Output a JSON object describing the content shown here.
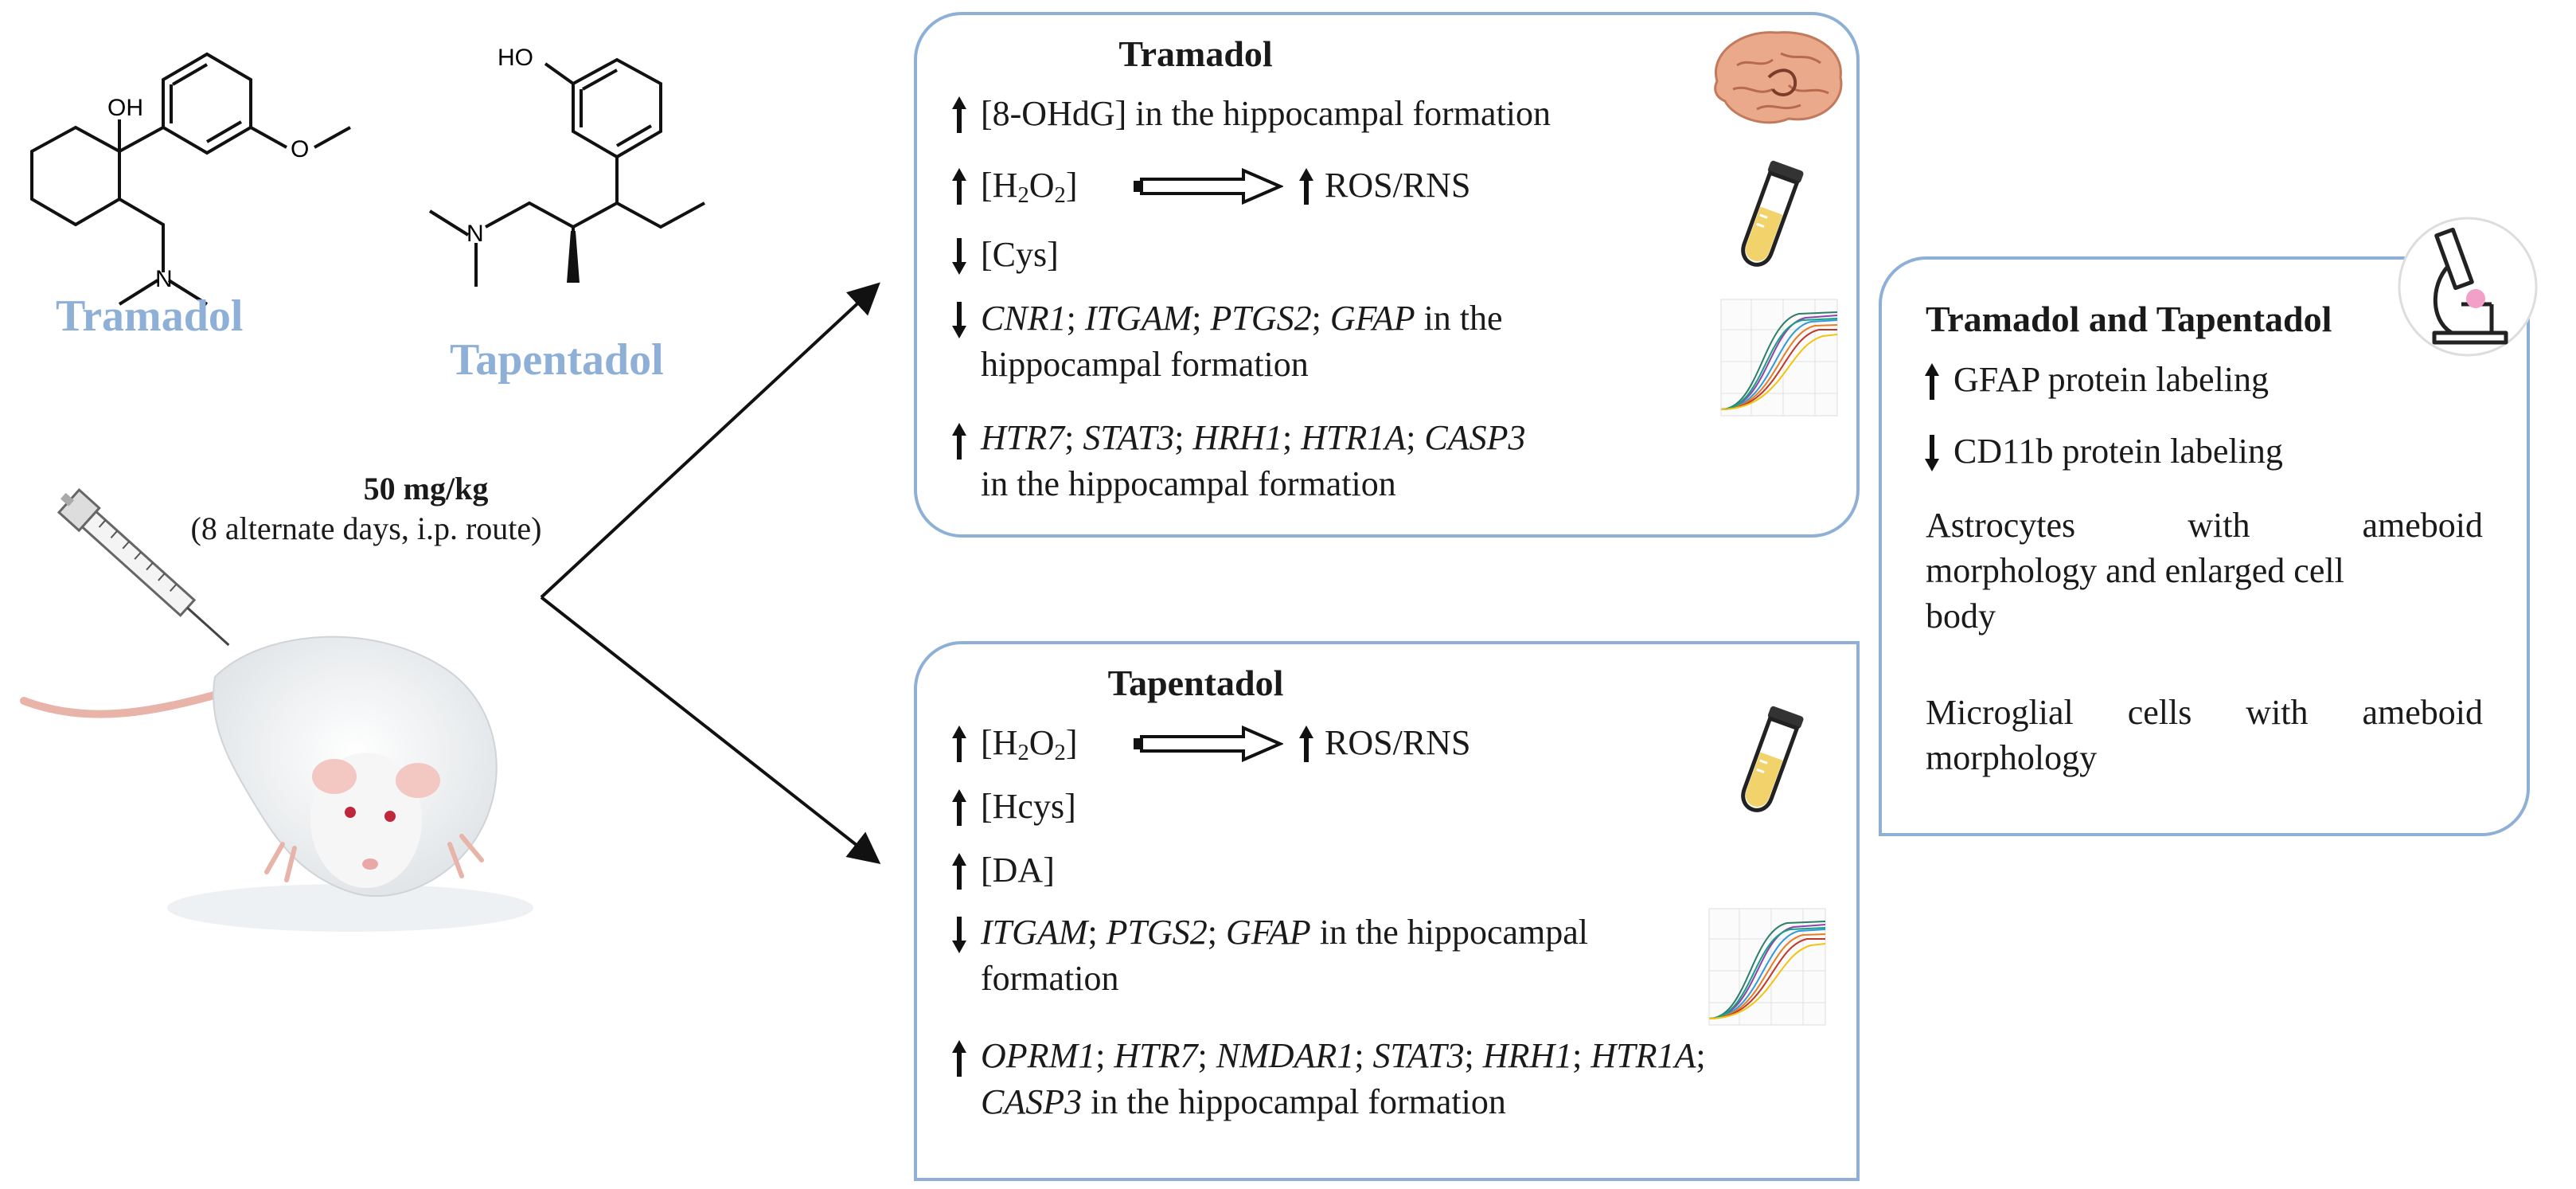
{
  "molecules": {
    "tramadol": {
      "name": "Tramadol",
      "atom_oh": "OH",
      "atom_o": "O",
      "atom_n": "N"
    },
    "tapentadol": {
      "name": "Tapentadol",
      "atom_ho": "HO",
      "atom_n": "N"
    }
  },
  "dose": {
    "amount": "50 mg/kg",
    "regimen": "(8 alternate days, i.p. route)"
  },
  "panels": {
    "tramadol": {
      "title": "Tramadol",
      "rows": [
        {
          "dir": "up",
          "parts": [
            "[8-OHdG] in the hippocampal formation"
          ]
        },
        {
          "dir": "up",
          "h2o2": "[H",
          "h2o2_sub1": "2",
          "h2o2_mid": "O",
          "h2o2_sub2": "2",
          "h2o2_end": "]",
          "result": "ROS/RNS"
        },
        {
          "dir": "down",
          "parts": [
            "[Cys]"
          ]
        },
        {
          "dir": "down",
          "line1_genes": [
            "CNR1",
            "ITGAM",
            "PTGS2",
            "GFAP"
          ],
          "line1_tail": " in the",
          "line2": "hippocampal formation"
        },
        {
          "dir": "up",
          "line1_genes": [
            "HTR7",
            "STAT3",
            "HRH1",
            "HTR1A",
            "CASP3"
          ],
          "line2": "in the hippocampal formation"
        }
      ]
    },
    "tapentadol": {
      "title": "Tapentadol",
      "rows": [
        {
          "dir": "up",
          "h2o2": "[H",
          "h2o2_sub1": "2",
          "h2o2_mid": "O",
          "h2o2_sub2": "2",
          "h2o2_end": "]",
          "result": "ROS/RNS"
        },
        {
          "dir": "up",
          "parts": [
            "[Hcys]"
          ]
        },
        {
          "dir": "up",
          "parts": [
            "[DA]"
          ]
        },
        {
          "dir": "down",
          "line1_genes": [
            "ITGAM",
            "PTGS2",
            "GFAP"
          ],
          "line1_tail": " in the hippocampal",
          "line2": "formation"
        },
        {
          "dir": "up",
          "line1_genes": [
            "OPRM1",
            "HTR7",
            "NMDAR1",
            "STAT3",
            "HRH1",
            "HTR1A"
          ],
          "line1_trailing_sep": ";",
          "line2_gene": "CASP3",
          "line2": " in the hippocampal formation"
        }
      ]
    },
    "combined": {
      "title": "Tramadol and Tapentadol",
      "rows": [
        {
          "dir": "up",
          "text": "GFAP protein labeling"
        },
        {
          "dir": "down",
          "text": "CD11b protein labeling"
        }
      ],
      "paragraph1": [
        "Astrocytes with ameboid",
        "morphology and enlarged cell",
        "body"
      ],
      "paragraph2": [
        "Microglial cells with ameboid",
        "morphology"
      ]
    }
  },
  "icons": [
    "brain-icon",
    "test-tube-icon",
    "pcr-curve-icon",
    "microscope-icon",
    "syringe-icon",
    "rat-image"
  ],
  "colors": {
    "accent": "#8fb0d6",
    "tube_fill": "#f2d36b",
    "brain": "#e9a98a"
  }
}
